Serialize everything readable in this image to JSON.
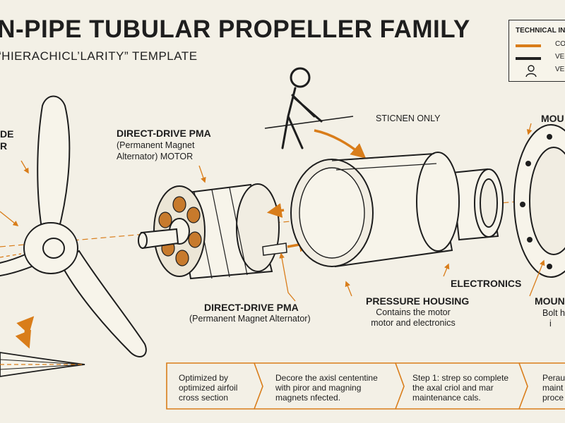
{
  "header": {
    "title": "IN-PIPE TUBULAR PROPELLER FAMILY",
    "subtitle": "“HIERACHICL’LARITY” TEMPLATE"
  },
  "legend": {
    "title": "TECHNICAL INF",
    "items": [
      {
        "label": "COLO",
        "color": "#d97d1a"
      },
      {
        "label": "VECT",
        "color": "#222222"
      },
      {
        "label": "VECT",
        "icon": "person-icon"
      }
    ]
  },
  "labels": {
    "blade_line1": "DE",
    "blade_line2": "R",
    "pma_top_title": "DIRECT-DRIVE PMA",
    "pma_top_desc1": "(Permanent Magnet",
    "pma_top_desc2": "Alternator) MOTOR",
    "pma_bottom_title": "DIRECT-DRIVE PMA",
    "pma_bottom_desc": "(Permanent Magnet Alternator)",
    "scale_note": "STICNEN ONLY",
    "pressure_title": "PRESSURE HOUSING",
    "pressure_desc1": "Contains the motor",
    "pressure_desc2": "motor and electronics",
    "electronics": "ELECTRONICS",
    "mount_top": "MOU",
    "mount_bottom_title": "MOUN",
    "mount_bottom_desc1": "Bolt h",
    "mount_bottom_desc2": "i"
  },
  "steps": [
    {
      "line1": "Optimized by",
      "line2": "optimized airfoil",
      "line3": "cross section"
    },
    {
      "line1": "Decore the axisl cententine",
      "line2": "with piror and magning",
      "line3": "magnets nfected."
    },
    {
      "line1": "Step 1: strep so complete",
      "line2": "the axal criol and mar",
      "line3": "maintenance cals."
    },
    {
      "line1": "Perau",
      "line2": "maint",
      "line3": "proce"
    }
  ],
  "colors": {
    "accent": "#d97d1a",
    "ink": "#222222",
    "paper": "#f3f0e6",
    "copper": "#c77a2c"
  }
}
